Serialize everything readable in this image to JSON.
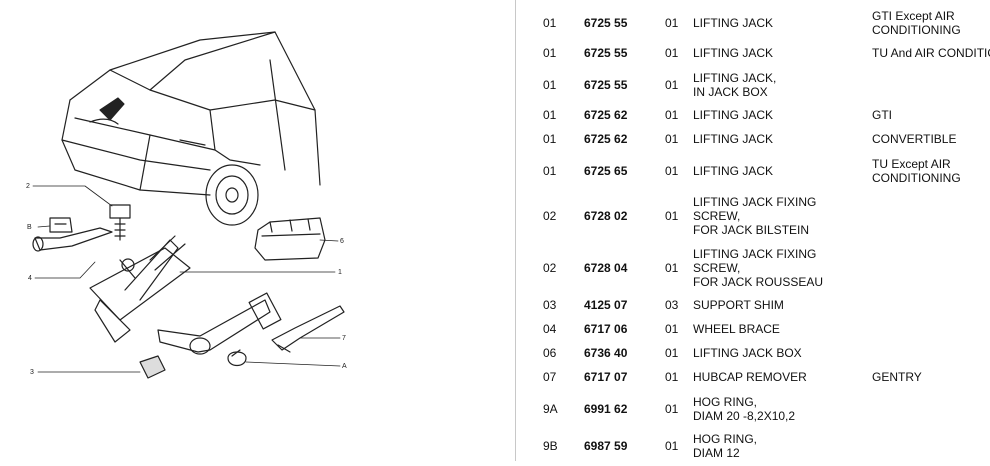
{
  "diagram": {
    "callouts": [
      "2",
      "B",
      "4",
      "1",
      "6",
      "7",
      "3",
      "A"
    ]
  },
  "rows": [
    {
      "ref": "01",
      "part": "6725 55",
      "qty": "01",
      "desc": "LIFTING JACK",
      "note": "GTI Except AIR\nCONDITIONING"
    },
    {
      "ref": "01",
      "part": "6725 55",
      "qty": "01",
      "desc": "LIFTING JACK",
      "note": "TU And AIR CONDITIONING"
    },
    {
      "ref": "01",
      "part": "6725 55",
      "qty": "01",
      "desc": "LIFTING JACK,\nIN JACK BOX",
      "note": ""
    },
    {
      "ref": "01",
      "part": "6725 62",
      "qty": "01",
      "desc": "LIFTING JACK",
      "note": "GTI"
    },
    {
      "ref": "01",
      "part": "6725 62",
      "qty": "01",
      "desc": "LIFTING JACK",
      "note": "CONVERTIBLE"
    },
    {
      "ref": "01",
      "part": "6725 65",
      "qty": "01",
      "desc": "LIFTING JACK",
      "note": "TU Except AIR\nCONDITIONING"
    },
    {
      "ref": "02",
      "part": "6728 02",
      "qty": "01",
      "desc": "LIFTING JACK FIXING\nSCREW,\nFOR JACK BILSTEIN",
      "note": ""
    },
    {
      "ref": "02",
      "part": "6728 04",
      "qty": "01",
      "desc": "LIFTING JACK FIXING\nSCREW,\nFOR JACK ROUSSEAU",
      "note": ""
    },
    {
      "ref": "03",
      "part": "4125 07",
      "qty": "03",
      "desc": "SUPPORT SHIM",
      "note": ""
    },
    {
      "ref": "04",
      "part": "6717 06",
      "qty": "01",
      "desc": "WHEEL BRACE",
      "note": ""
    },
    {
      "ref": "06",
      "part": "6736 40",
      "qty": "01",
      "desc": "LIFTING JACK BOX",
      "note": ""
    },
    {
      "ref": "07",
      "part": "6717 07",
      "qty": "01",
      "desc": "HUBCAP REMOVER",
      "note": "GENTRY"
    },
    {
      "ref": "9A",
      "part": "6991 62",
      "qty": "01",
      "desc": "HOG RING,\nDIAM 20 -8,2X10,2",
      "note": ""
    },
    {
      "ref": "9B",
      "part": "6987 59",
      "qty": "01",
      "desc": "HOG RING,\nDIAM 12",
      "note": ""
    }
  ]
}
